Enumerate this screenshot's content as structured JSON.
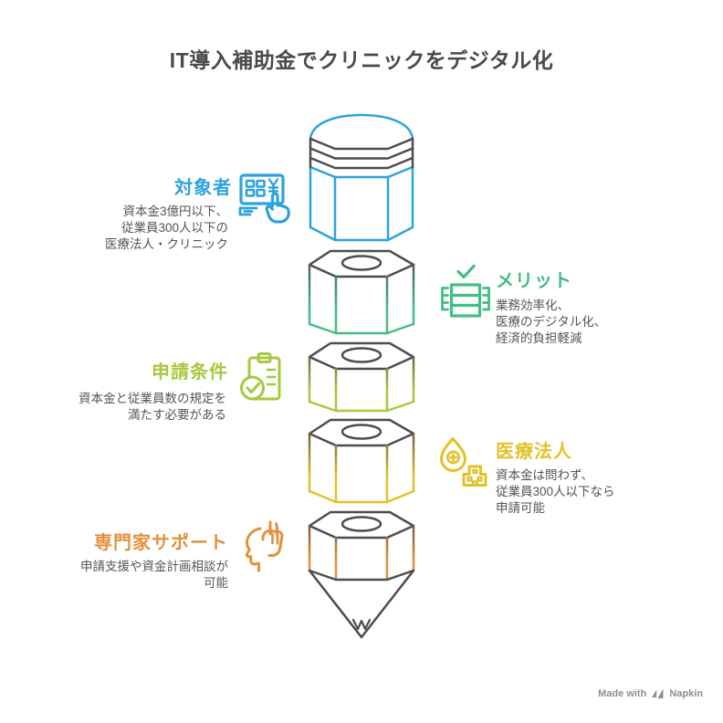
{
  "title": "IT導入補助金でクリニックをデジタル化",
  "colors": {
    "blue": "#2BA3DC",
    "green": "#43BE85",
    "yellow_green": "#A7C93E",
    "yellow": "#E3C229",
    "orange": "#E2913B",
    "dark": "#4d4d4d",
    "text": "#555555",
    "watermark": "#8f8f8f"
  },
  "sections": [
    {
      "label": "対象者",
      "description": "資本金3億円以下、\n従業員300人以下の\n医療法人・クリニック",
      "color": "#2BA3DC",
      "side": "left",
      "icon": "payment-terminal-hand-icon"
    },
    {
      "label": "メリット",
      "description": "業務効率化、\n医療のデジタル化、\n経済的負担軽減",
      "color": "#43BE85",
      "side": "right",
      "icon": "server-check-icon"
    },
    {
      "label": "申請条件",
      "description": "資本金と従業員数の規定を\n満たす必要がある",
      "color": "#A7C93E",
      "side": "left",
      "icon": "clipboard-check-icon"
    },
    {
      "label": "医療法人",
      "description": "資本金は問わず、\n従業員300人以下なら\n申請可能",
      "color": "#E3C229",
      "side": "right",
      "icon": "medical-drop-building-icon"
    },
    {
      "label": "専門家サポート",
      "description": "申請支援や資金計画相談が\n可能",
      "color": "#E2913B",
      "side": "left",
      "icon": "head-hand-support-icon"
    }
  ],
  "pencil": {
    "segments": [
      "cap-eraser",
      "merit",
      "conditions",
      "medical",
      "support",
      "tip"
    ]
  },
  "watermark": {
    "prefix": "Made with",
    "brand": "Napkin"
  }
}
